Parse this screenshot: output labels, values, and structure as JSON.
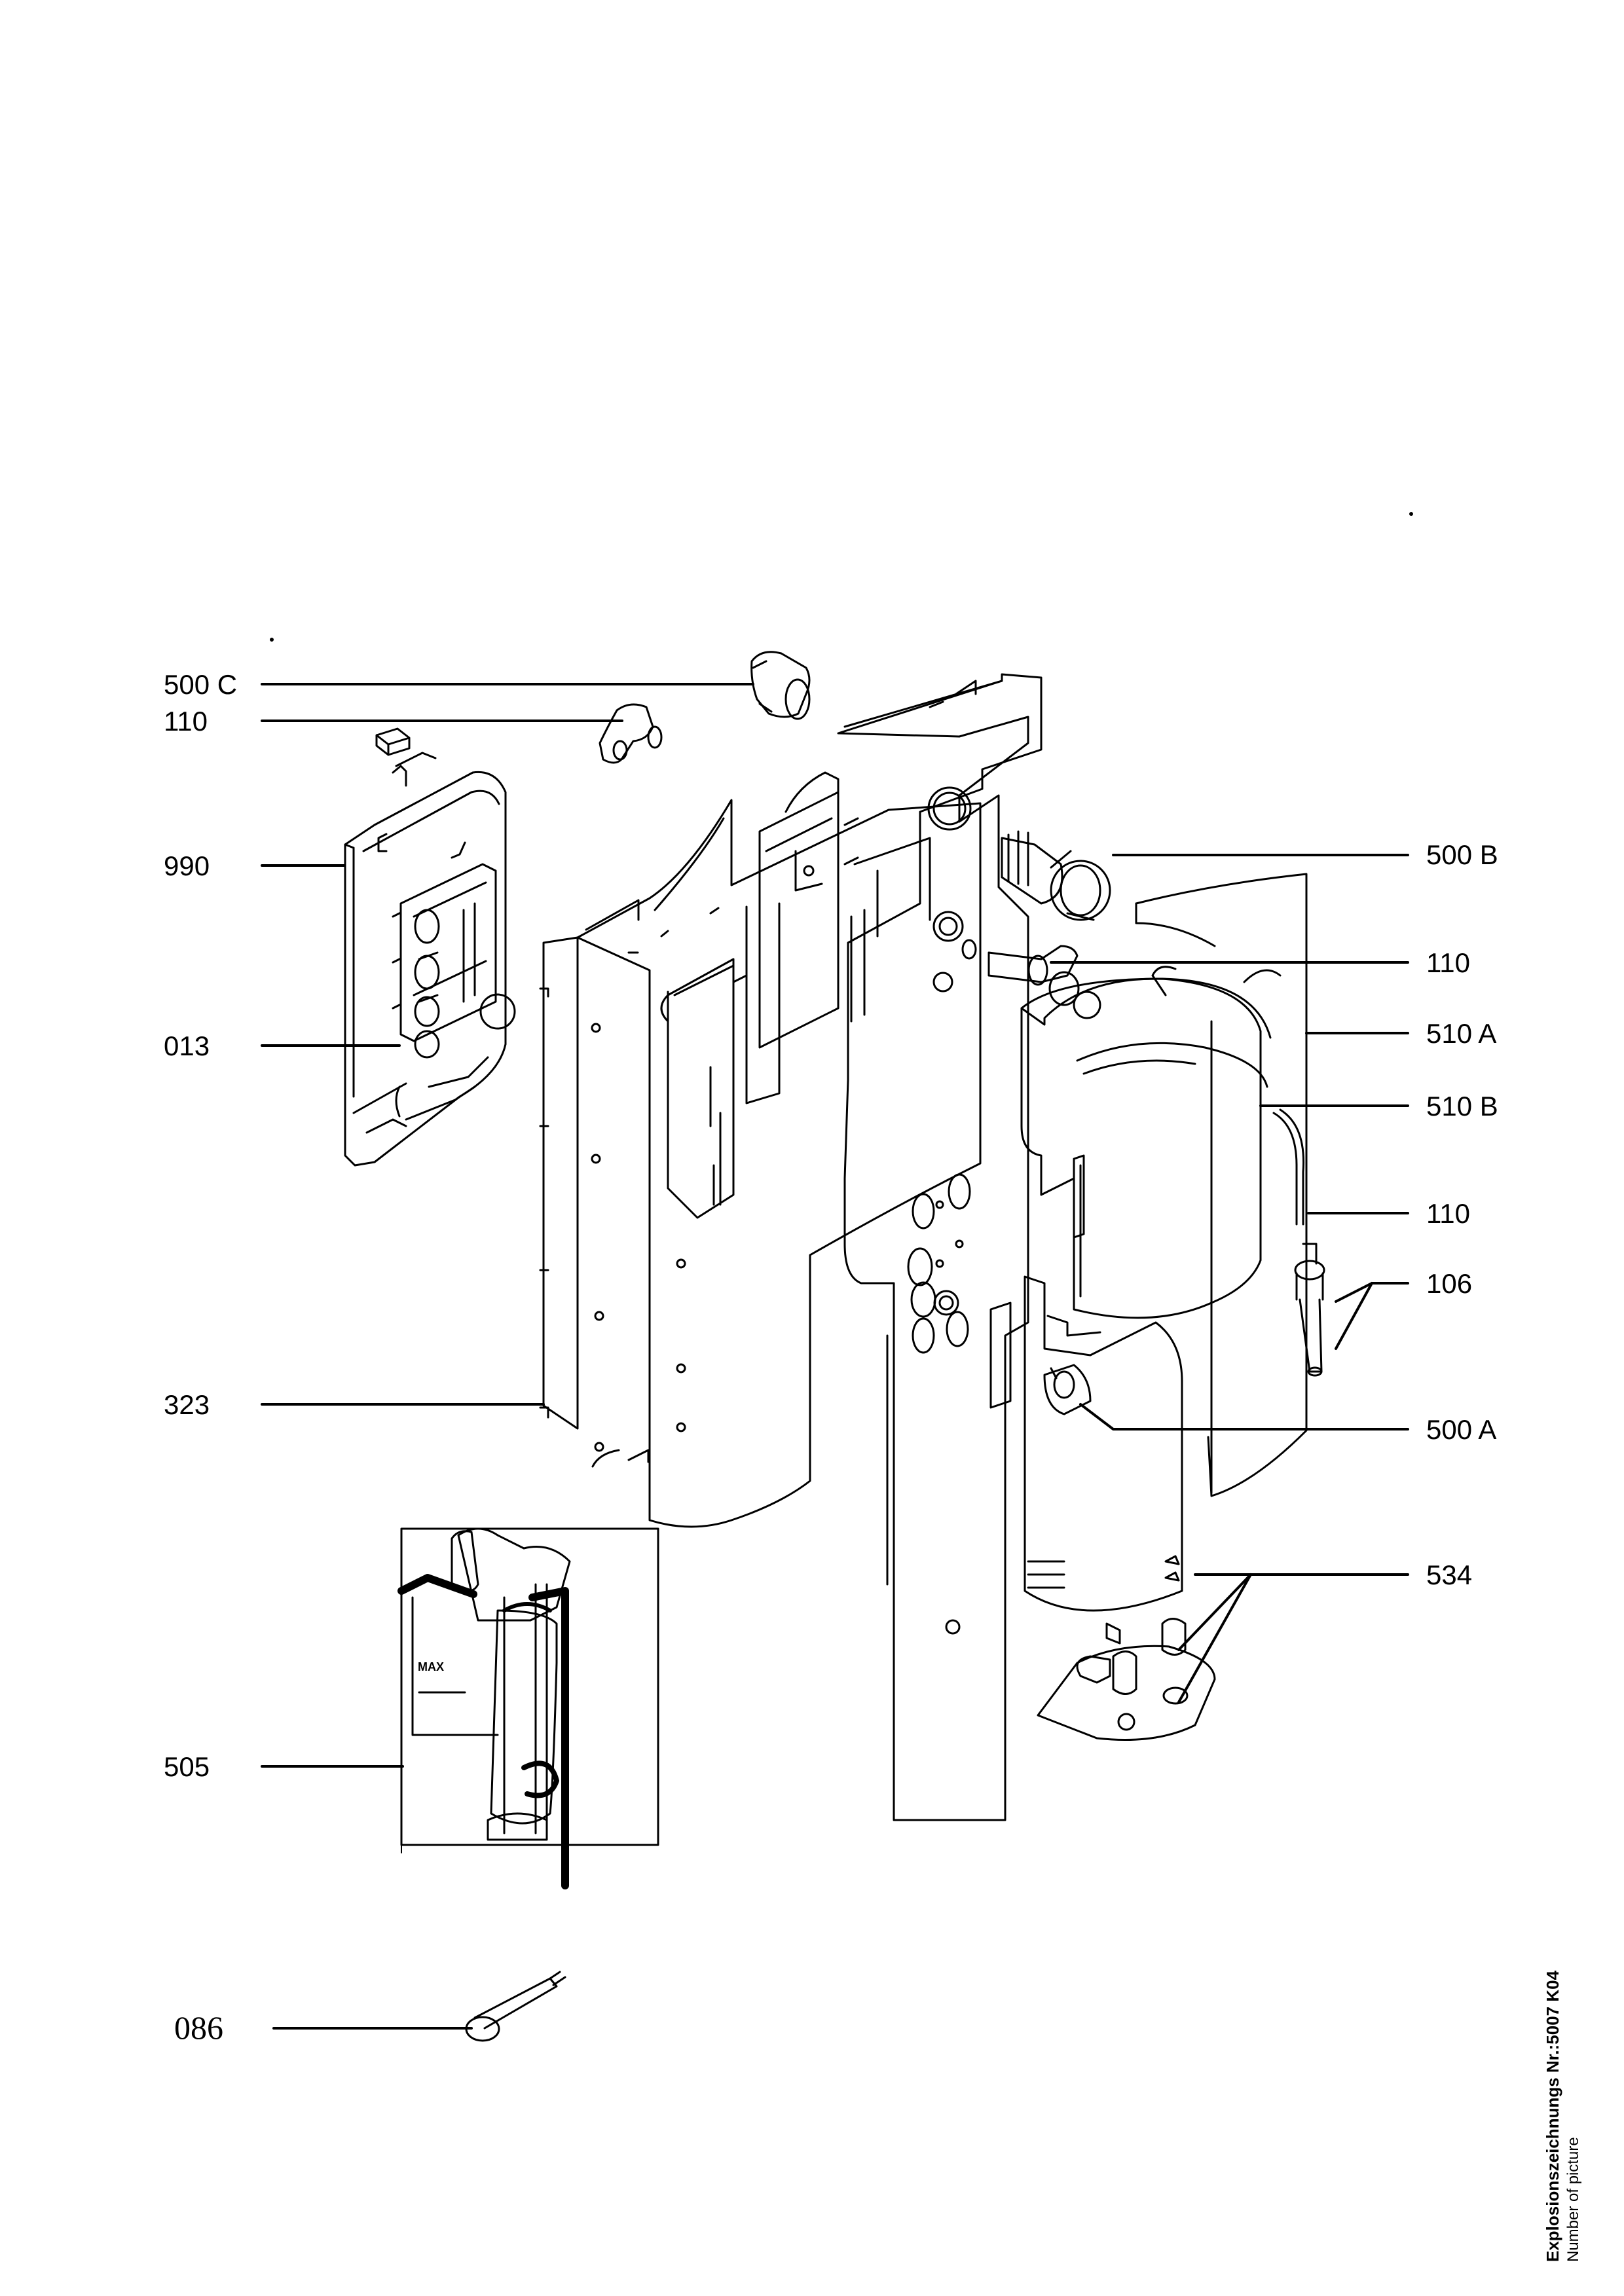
{
  "callouts": {
    "c500c": "500 C",
    "c110_top": "110",
    "c990": "990",
    "c013": "013",
    "c323": "323",
    "c505": "505",
    "c086": "086",
    "c500b": "500 B",
    "c110_right": "110",
    "c510a": "510 A",
    "c510b": "510 B",
    "c110_lower": "110",
    "c106": "106",
    "c500a": "500 A",
    "c534": "534"
  },
  "inset": {
    "fill_mark": "MAX"
  },
  "footer": {
    "title": "Explosionszeichnungs Nr.:5007 K04",
    "subtitle": "Number of picture"
  }
}
